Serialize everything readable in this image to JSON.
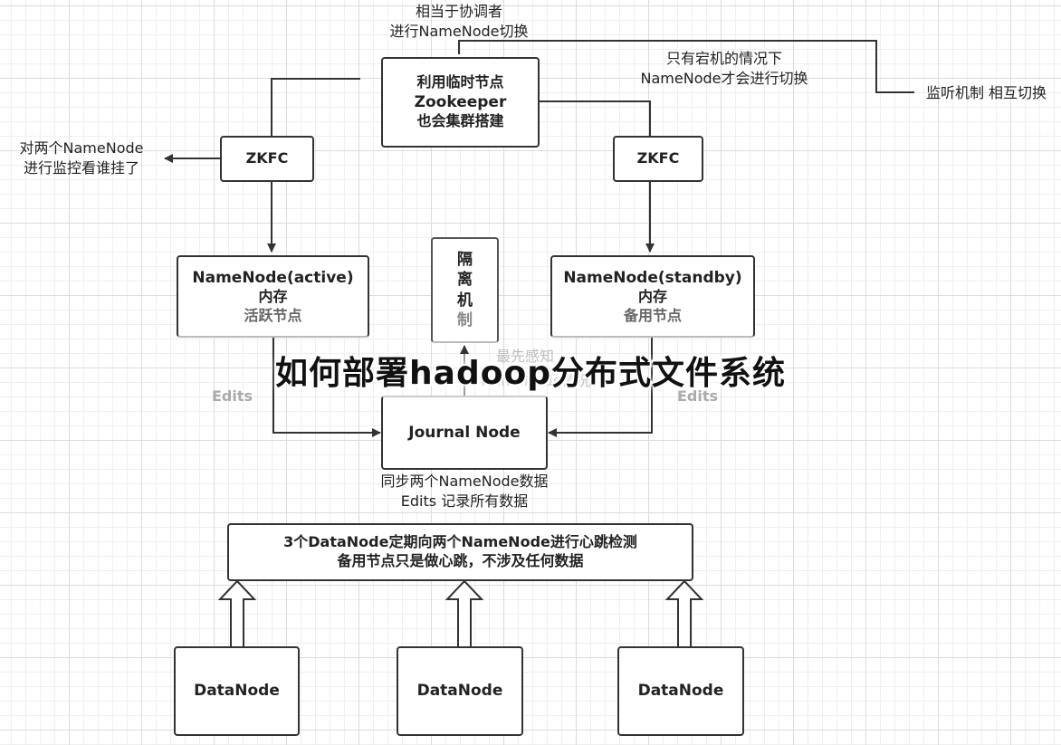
{
  "overlay_title": "如何部署hadoop分布式文件系统",
  "zookeeper": {
    "lines": [
      "利用临时节点",
      "Zookeeper",
      "也会集群搭建"
    ]
  },
  "zkfc_left": "ZKFC",
  "zkfc_right": "ZKFC",
  "namenode_active": {
    "lines": [
      "NameNode(active)",
      "内存",
      "活跃节点"
    ]
  },
  "namenode_standby": {
    "lines": [
      "NameNode(standby)",
      "内存",
      "备用节点"
    ]
  },
  "fencing": {
    "chars": [
      "隔",
      "离",
      "机",
      "制"
    ]
  },
  "journal_node": "Journal Node",
  "datanode_banner": {
    "lines": [
      "3个DataNode定期向两个NameNode进行心跳检测",
      "备用节点只是做心跳，不涉及任何数据"
    ]
  },
  "datanodes": [
    "DataNode",
    "DataNode",
    "DataNode"
  ],
  "labels": {
    "coordinator": [
      "相当于协调者",
      "进行NameNode切换"
    ],
    "downtime": [
      "只有宕机的情况下",
      "NameNode才会进行切换"
    ],
    "monitor": "监听机制 相互切换",
    "monitor_left": [
      "对两个NameNode",
      "进行监控看谁挂了"
    ],
    "sync": [
      "同步两个NameNode数据",
      "Edits 记录所有数据"
    ],
    "edits_left": "Edits",
    "edits_right": "Edits",
    "sense": "最先感知",
    "sense_sub": "NameNode情况"
  },
  "colors": {
    "line": "#333333",
    "edits": "#aaaaaa",
    "grid": "#dcdcdc"
  }
}
